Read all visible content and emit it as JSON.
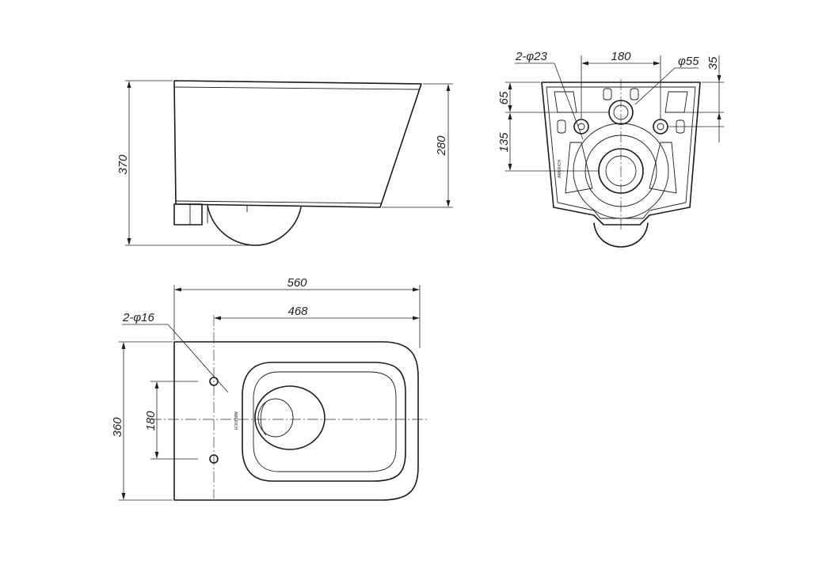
{
  "side_view": {
    "height_label": "370",
    "front_height_label": "280"
  },
  "back_view": {
    "holes_label": "2-φ23",
    "spacing_label": "180",
    "outlet_label": "φ55",
    "top_offset_label": "35",
    "mid_offset_label": "65",
    "lower_offset_label": "135"
  },
  "top_view": {
    "length_label": "560",
    "hole_to_front_label": "468",
    "holes_label": "2-φ16",
    "width_label": "360",
    "hole_spacing_label": "180"
  },
  "colors": {
    "line": "#1a1a1a",
    "background": "#ffffff"
  }
}
